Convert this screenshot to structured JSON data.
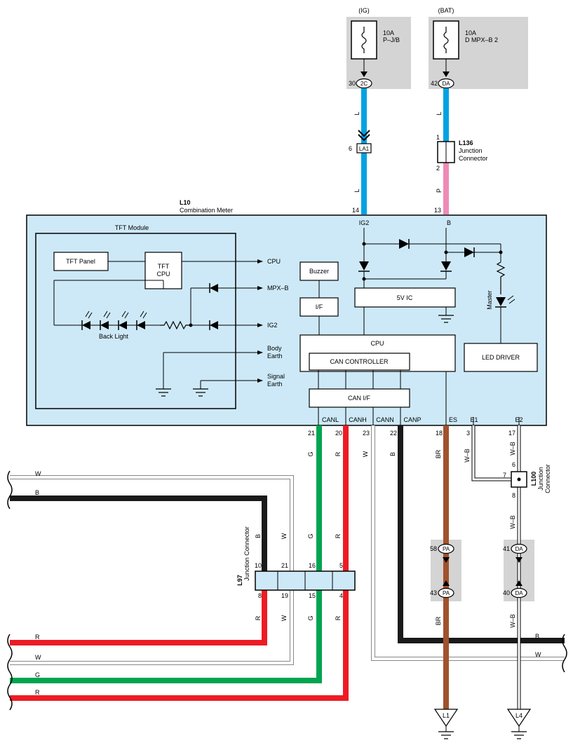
{
  "colors": {
    "module_fill": "#cde9f7",
    "shade": "#d4d4d4",
    "wire_L": "#00a2e3",
    "wire_P": "#ee8bb7",
    "wire_G": "#00a550",
    "wire_R": "#ed1c24",
    "wire_B": "#1a1a1a",
    "wire_BR": "#a0522d",
    "wire_W": "#ffffff"
  },
  "fuses": {
    "ig": {
      "supply": "(IG)",
      "rating": "10A",
      "name": "P–J/B",
      "pin": "30",
      "conn": "2C"
    },
    "bat": {
      "supply": "(BAT)",
      "rating": "10A",
      "name": "D MPX–B 2",
      "pin": "42",
      "conn": "DA"
    }
  },
  "top_wires": {
    "ig_upper": "L",
    "la1_pin": "6",
    "la1": "LA1",
    "ig_lower": "L",
    "bat_upper": "L",
    "bat_pin1": "1",
    "bat_pin2": "2",
    "bat_lower": "P"
  },
  "l136": {
    "code": "L136",
    "name1": "Junction",
    "name2": "Connector"
  },
  "meter": {
    "code": "L10",
    "name": "Combination Meter",
    "pin_ig2": "14",
    "pin_b": "13",
    "lab_ig2": "IG2",
    "lab_b": "B"
  },
  "tft": {
    "title": "TFT Module",
    "panel": "TFT Panel",
    "cpu1": "TFT",
    "cpu2": "CPU",
    "out_cpu": "CPU",
    "out_mpxb": "MPX–B",
    "out_ig2": "IG2",
    "body1": "Body",
    "body2": "Earth",
    "sig1": "Signal",
    "sig2": "Earth",
    "backlight": "Back Light"
  },
  "blocks": {
    "buzzer": "Buzzer",
    "if": "I/F",
    "ic5v": "5V IC",
    "cpu": "CPU",
    "can_ctrl": "CAN CONTROLLER",
    "can_if": "CAN I/F",
    "led_driver": "LED DRIVER",
    "master": "Master"
  },
  "bottom_terms": {
    "canl": "CANL",
    "canh": "CANH",
    "cann": "CANN",
    "canp": "CANP",
    "es": "ES",
    "e1": "E1",
    "e2": "E2"
  },
  "pins": {
    "p21": "21",
    "p20": "20",
    "p23": "23",
    "p22": "22",
    "p18": "18",
    "p3": "3",
    "p17": "17"
  },
  "wire_labels": {
    "g": "G",
    "r": "R",
    "w": "W",
    "b": "B",
    "br": "BR",
    "wb": "W–B"
  },
  "l100": {
    "code": "L100",
    "name1": "Junction",
    "name2": "Connector",
    "pin6": "6",
    "pin7": "7",
    "pin8": "8"
  },
  "l97": {
    "code": "L97",
    "name": "Junction Connector",
    "top_pins": [
      "10",
      "21",
      "16",
      "5"
    ],
    "bot_pins": [
      "8",
      "19",
      "15",
      "4"
    ]
  },
  "pa": {
    "pin_top": "58",
    "pin_bot": "43",
    "conn": "PA"
  },
  "da": {
    "pin_top": "41",
    "pin_bot": "40",
    "conn": "DA"
  },
  "left_wires": [
    "W",
    "B",
    "R",
    "W",
    "G",
    "R"
  ],
  "right_wires": [
    "B",
    "W"
  ],
  "grounds": {
    "l1": "L1",
    "l4": "L4"
  }
}
